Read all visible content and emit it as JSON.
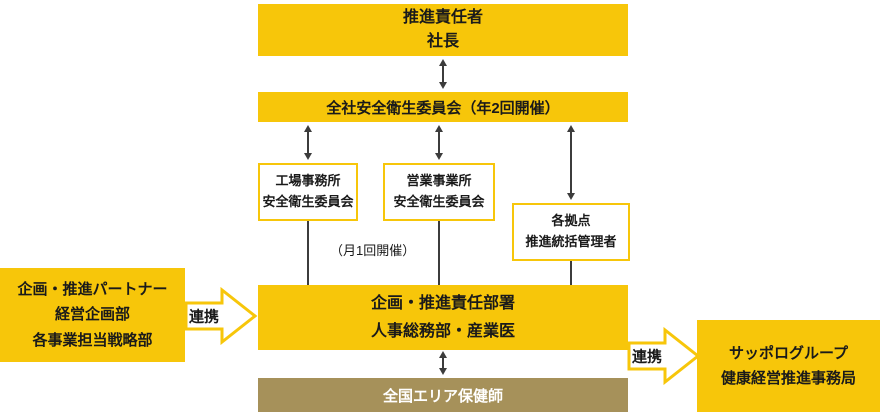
{
  "colors": {
    "yellow": "#F7C60A",
    "dark_gold": "#A6915A",
    "arrow": "#3C3C3C",
    "text": "#1A1A1A"
  },
  "chart": {
    "president": {
      "line1": "推進責任者",
      "line2": "社長"
    },
    "committee": {
      "label": "全社安全衛生委員会（年2回開催）"
    },
    "factory_committee": {
      "line1": "工場事務所",
      "line2": "安全衛生委員会"
    },
    "sales_committee": {
      "line1": "営業事業所",
      "line2": "安全衛生委員会"
    },
    "site_managers": {
      "line1": "各拠点",
      "line2": "推進統括管理者"
    },
    "monthly_note": "（月1回開催）",
    "dept": {
      "line1": "企画・推進責任部署",
      "line2": "人事総務部・産業医"
    },
    "nurses": {
      "label": "全国エリア保健師"
    },
    "partner": {
      "line1": "企画・推進パートナー",
      "line2": "経営企画部",
      "line3": "各事業担当戦略部"
    },
    "office": {
      "line1": "サッポログループ",
      "line2": "健康経営推進事務局"
    },
    "link_left": {
      "label": "連携"
    },
    "link_right": {
      "label": "連携"
    }
  }
}
